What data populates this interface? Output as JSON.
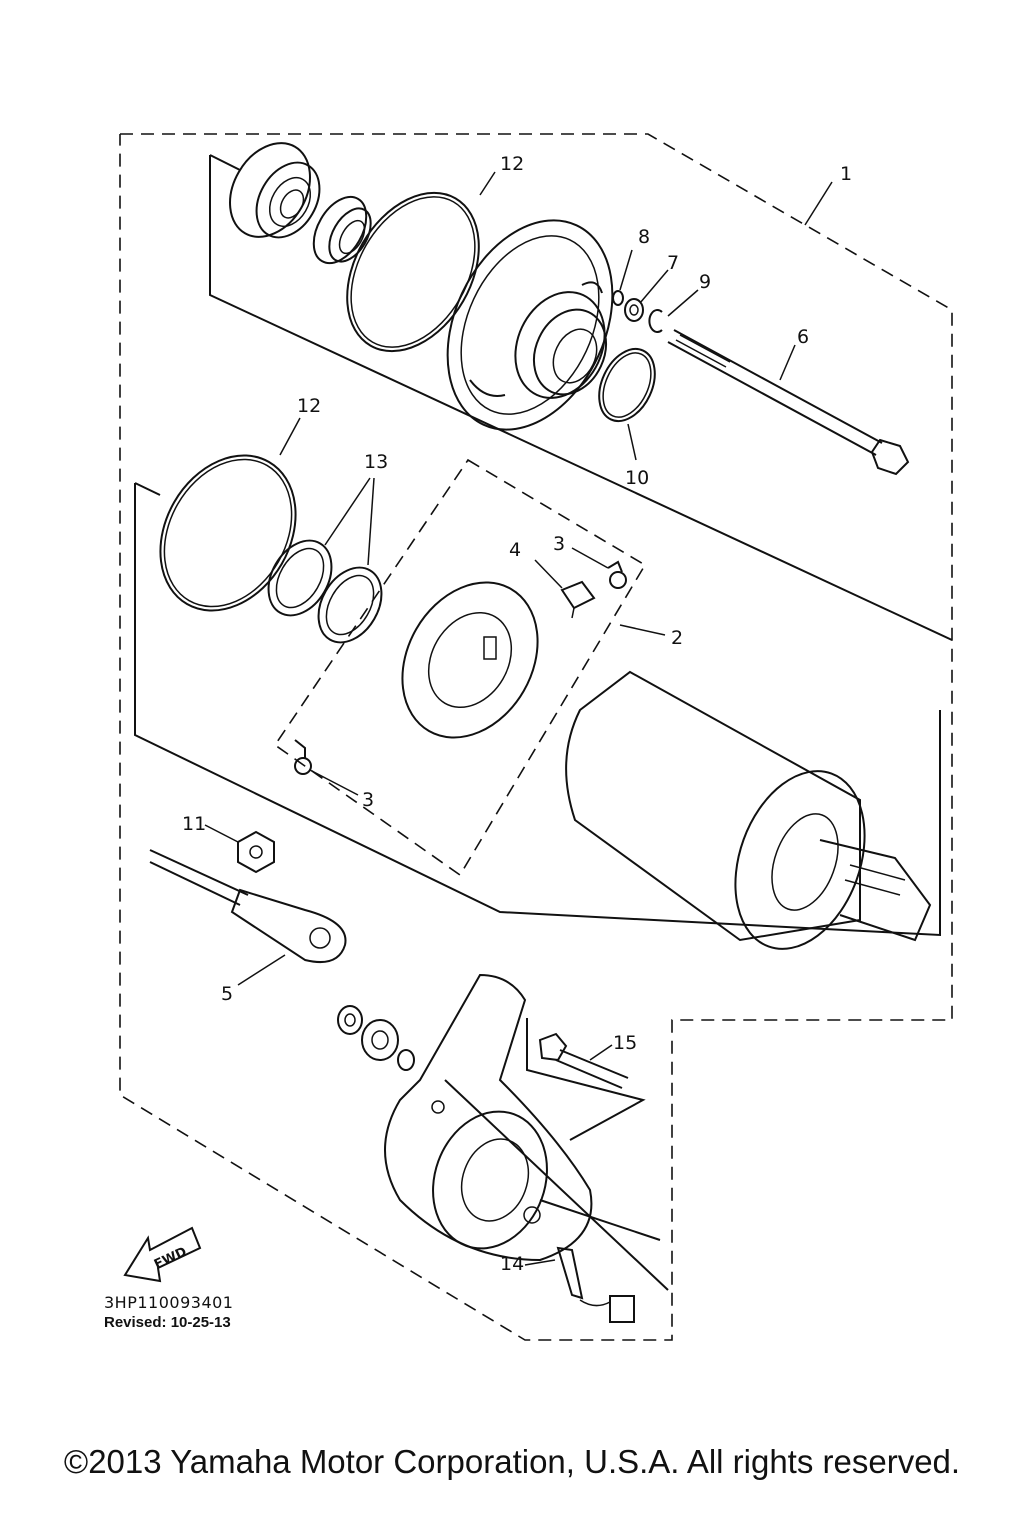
{
  "diagram": {
    "callouts": {
      "c1": "1",
      "c2": "2",
      "c3a": "3",
      "c3b": "3",
      "c4": "4",
      "c5": "5",
      "c6": "6",
      "c7": "7",
      "c8": "8",
      "c9": "9",
      "c10": "10",
      "c11": "11",
      "c12a": "12",
      "c12b": "12",
      "c13": "13",
      "c14": "14",
      "c15": "15"
    },
    "fwd_label": "FWD"
  },
  "footer": {
    "part_code": "3HP110093401",
    "revised": "Revised: 10-25-13",
    "copyright": "©2013 Yamaha Motor Corporation, U.S.A. All rights reserved."
  }
}
